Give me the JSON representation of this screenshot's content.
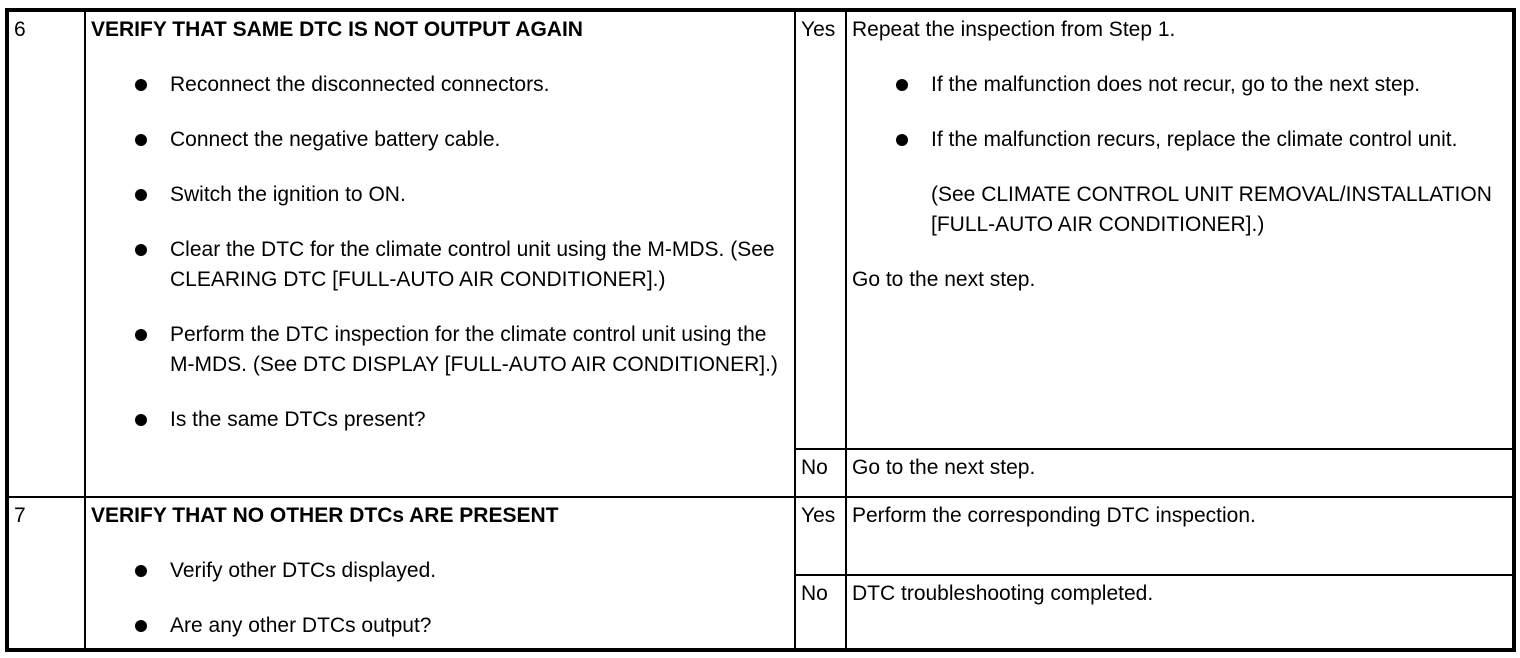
{
  "colors": {
    "background": "#ffffff",
    "border": "#000000",
    "text": "#000000"
  },
  "table": {
    "rows": [
      {
        "step": "6",
        "title": "VERIFY THAT SAME DTC IS NOT OUTPUT AGAIN",
        "bullets": [
          "Reconnect the disconnected connectors.",
          "Connect the negative battery cable.",
          "Switch the ignition to ON.",
          "Clear the DTC for the climate control unit using the M-MDS. (See CLEARING DTC [FULL-AUTO AIR CONDITIONER].)",
          "Perform the DTC inspection for the climate control unit using the M-MDS. (See DTC DISPLAY [FULL-AUTO AIR CONDITIONER].)",
          "Is the same DTCs present?"
        ],
        "yes": {
          "label": "Yes",
          "intro": "Repeat the inspection from Step 1.",
          "bullets": [
            "If the malfunction does not recur, go to the next step.",
            "If the malfunction recurs, replace the climate control unit."
          ],
          "note": "(See CLIMATE CONTROL UNIT REMOVAL/INSTALLATION [FULL-AUTO AIR CONDITIONER].)",
          "outro": "Go to the next step."
        },
        "no": {
          "label": "No",
          "text": "Go to the next step."
        }
      },
      {
        "step": "7",
        "title": "VERIFY THAT NO OTHER DTCs ARE PRESENT",
        "bullets": [
          "Verify other DTCs displayed.",
          "Are any other DTCs output?"
        ],
        "yes": {
          "label": "Yes",
          "text": "Perform the corresponding DTC inspection."
        },
        "no": {
          "label": "No",
          "text": "DTC troubleshooting completed."
        }
      }
    ]
  }
}
